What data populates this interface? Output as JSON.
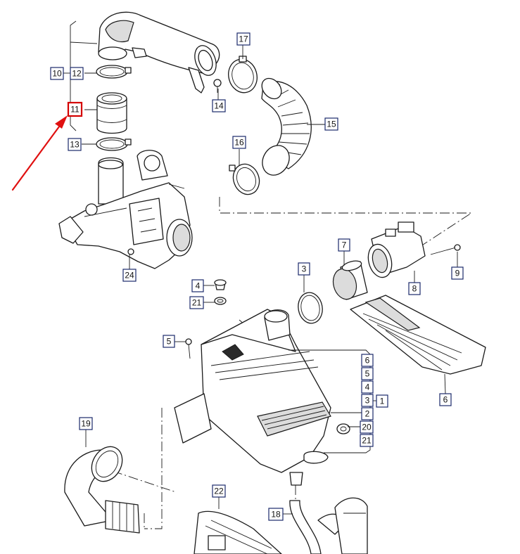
{
  "diagram": {
    "highlighted_callout": "11",
    "colors": {
      "callout_border": "#1b2a6b",
      "highlight_border": "#d40000",
      "pointer_arrow": "#e01010",
      "line_art": "#1a1a1a"
    },
    "callouts": {
      "c10": "10",
      "c12": "12",
      "c11": "11",
      "c13": "13",
      "c14": "14",
      "c17": "17",
      "c15": "15",
      "c16": "16",
      "c24": "24",
      "c7": "7",
      "c8": "8",
      "c9": "9",
      "c3": "3",
      "c4": "4",
      "c21a": "21",
      "c5": "5",
      "c6a": "6",
      "c5b": "5",
      "c4b": "4",
      "c3b": "3",
      "c1": "1",
      "c2": "2",
      "c20": "20",
      "c21b": "21",
      "c6b": "6",
      "c19": "19",
      "c22": "22",
      "c18": "18"
    }
  }
}
